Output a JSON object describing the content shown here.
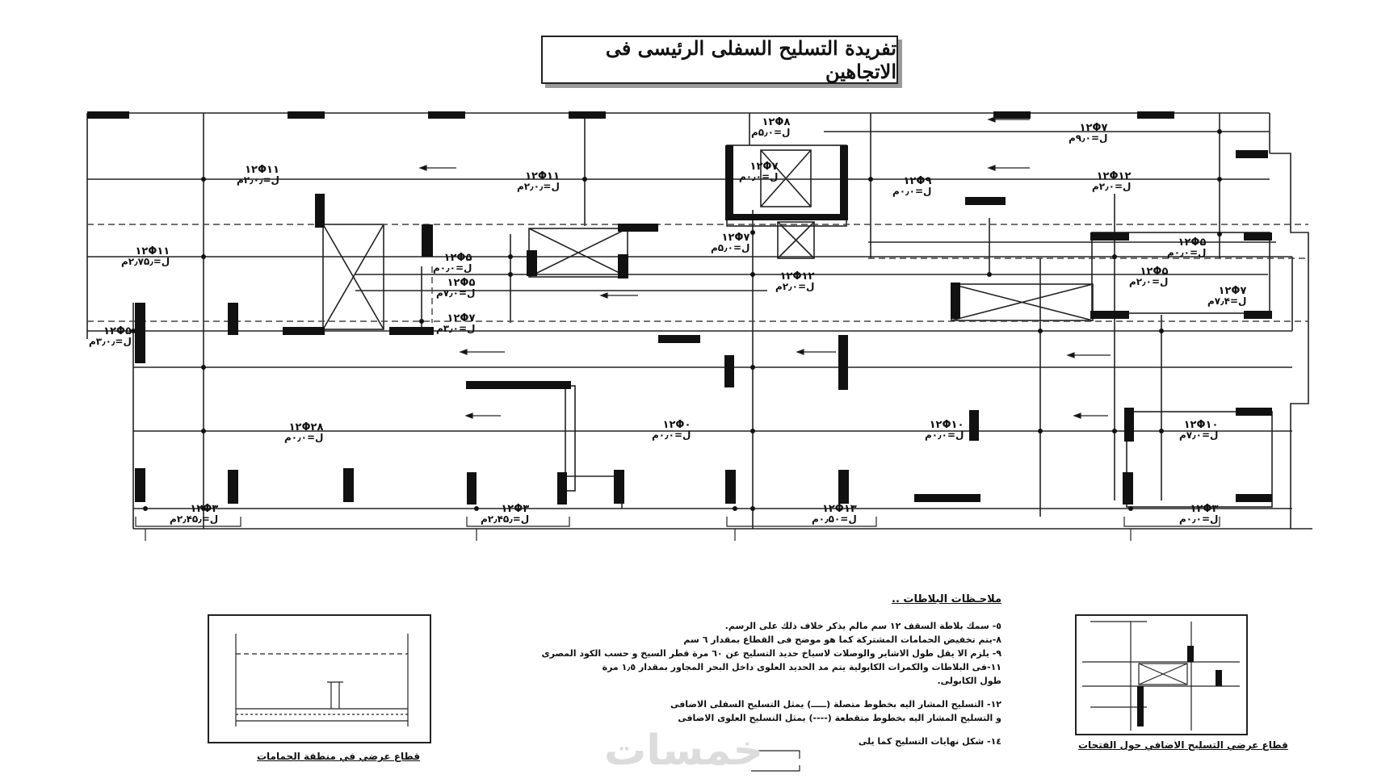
{
  "title": "تفريدة التسليح السفلى الرئيسى فى الاتجاهين",
  "bars": [
    {
      "id": "b1",
      "spec": "۱۲Φ۱۱",
      "len": "ل=۲٫۰٫م"
    },
    {
      "id": "b2",
      "spec": "۱۲Φ۱۱",
      "len": "ل=۲٫۷۵٫م"
    },
    {
      "id": "b3",
      "spec": "۱۲Φ۵",
      "len": "ل=۳٫۰٫م"
    },
    {
      "id": "b4",
      "spec": "۱۲Φ۱۱",
      "len": "ل=۲٫۰٫م"
    },
    {
      "id": "b5",
      "spec": "۱۲Φ۵",
      "len": "ل=۰٫۰م"
    },
    {
      "id": "b6",
      "spec": "۱۲Φ۵",
      "len": "ل=۷٫۰م"
    },
    {
      "id": "b7",
      "spec": "۱۲Φ۷",
      "len": "ل=۳٫۰م"
    },
    {
      "id": "b8",
      "spec": "۱۲Φ۸",
      "len": "ل=۵٫۰م"
    },
    {
      "id": "b9",
      "spec": "۱۲Φ۷",
      "len": "ل=۵٫۰م"
    },
    {
      "id": "b10",
      "spec": "۱۲Φ۷",
      "len": "ل=۰٫۰م"
    },
    {
      "id": "b11",
      "spec": "۱۲Φ۹",
      "len": "ل=۰٫۰م"
    },
    {
      "id": "b12",
      "spec": "۱۲Φ۱۲",
      "len": "ل=۲٫۰م"
    },
    {
      "id": "b13",
      "spec": "۱۲Φ۷",
      "len": "ل=۹٫۰م"
    },
    {
      "id": "b14",
      "spec": "۱۲Φ۱۲",
      "len": "ل=۲٫۰م"
    },
    {
      "id": "b15",
      "spec": "۱۲Φ۵",
      "len": "ل=۰٫۰م"
    },
    {
      "id": "b16",
      "spec": "۱۲Φ۵",
      "len": "ل=۲٫۰م"
    },
    {
      "id": "b17",
      "spec": "۱۲Φ۷",
      "len": "ل=۷٫۴م"
    },
    {
      "id": "b18",
      "spec": "۱۲Φ۲۸",
      "len": "ل=۰٫۰م"
    },
    {
      "id": "b19",
      "spec": "۱۲Φ۰",
      "len": "ل=۰٫۰م"
    },
    {
      "id": "b20",
      "spec": "۱۲Φ۱۰",
      "len": "ل=۰٫۰م"
    },
    {
      "id": "b21",
      "spec": "۱۲Φ۱۰",
      "len": "ل=۷٫۰م"
    },
    {
      "id": "b22",
      "spec": "۱۲Φ۳",
      "len": "ل=۲٫۴۵٫م"
    },
    {
      "id": "b23",
      "spec": "۱۲Φ۳",
      "len": "ل=۲٫۴۵٫م"
    },
    {
      "id": "b24",
      "spec": "۱۲Φ۱۳",
      "len": "ل=۰٫۵۰م"
    },
    {
      "id": "b25",
      "spec": "۱۲Φ۳",
      "len": "ل=۰٫۰م"
    }
  ],
  "notes": {
    "heading": "ملاحـظات البلاطات ..",
    "lines": [
      "٥- سمك بلاطة السقف ١٢ سم مالم يذكر خلاف ذلك على الرسم.",
      "٨-يتم تخفيض الحمامات المشتركة كما هو موضح فى القطاع بمقدار ٦ سم",
      "٩- يلزم الا يقل طول الاشاير والوصلات لاسياخ حديد التسليح عن ٦٠ مرة قطر السيخ و حسب الكود المصرى",
      "١١-فى البلاطات والكمرات الكابولية يتم مد الحديد العلوى داخل البحر المجاور بمقدار ١٫٥ مرة",
      "طول الكابولى.",
      "",
      "١٢- التسليح المشار اليه بخطوط متصلة (ـــــ) يمثل التسليح السفلى الاضافى",
      "و التسليح المشار اليه بخطوط متقطعة (----) يمثل التسليح العلوى الاضافى",
      "",
      "١٤- شكل نهايات التسليح كما يلى"
    ]
  },
  "caption_left": "قطاع عرضي في منطقة الحمامات",
  "caption_right": "قطاع عرضي التسليح الاضافي حول الفتحات",
  "watermark": "خمسات",
  "icons": [
    "section-arrow-icon",
    "column-marker-icon"
  ]
}
